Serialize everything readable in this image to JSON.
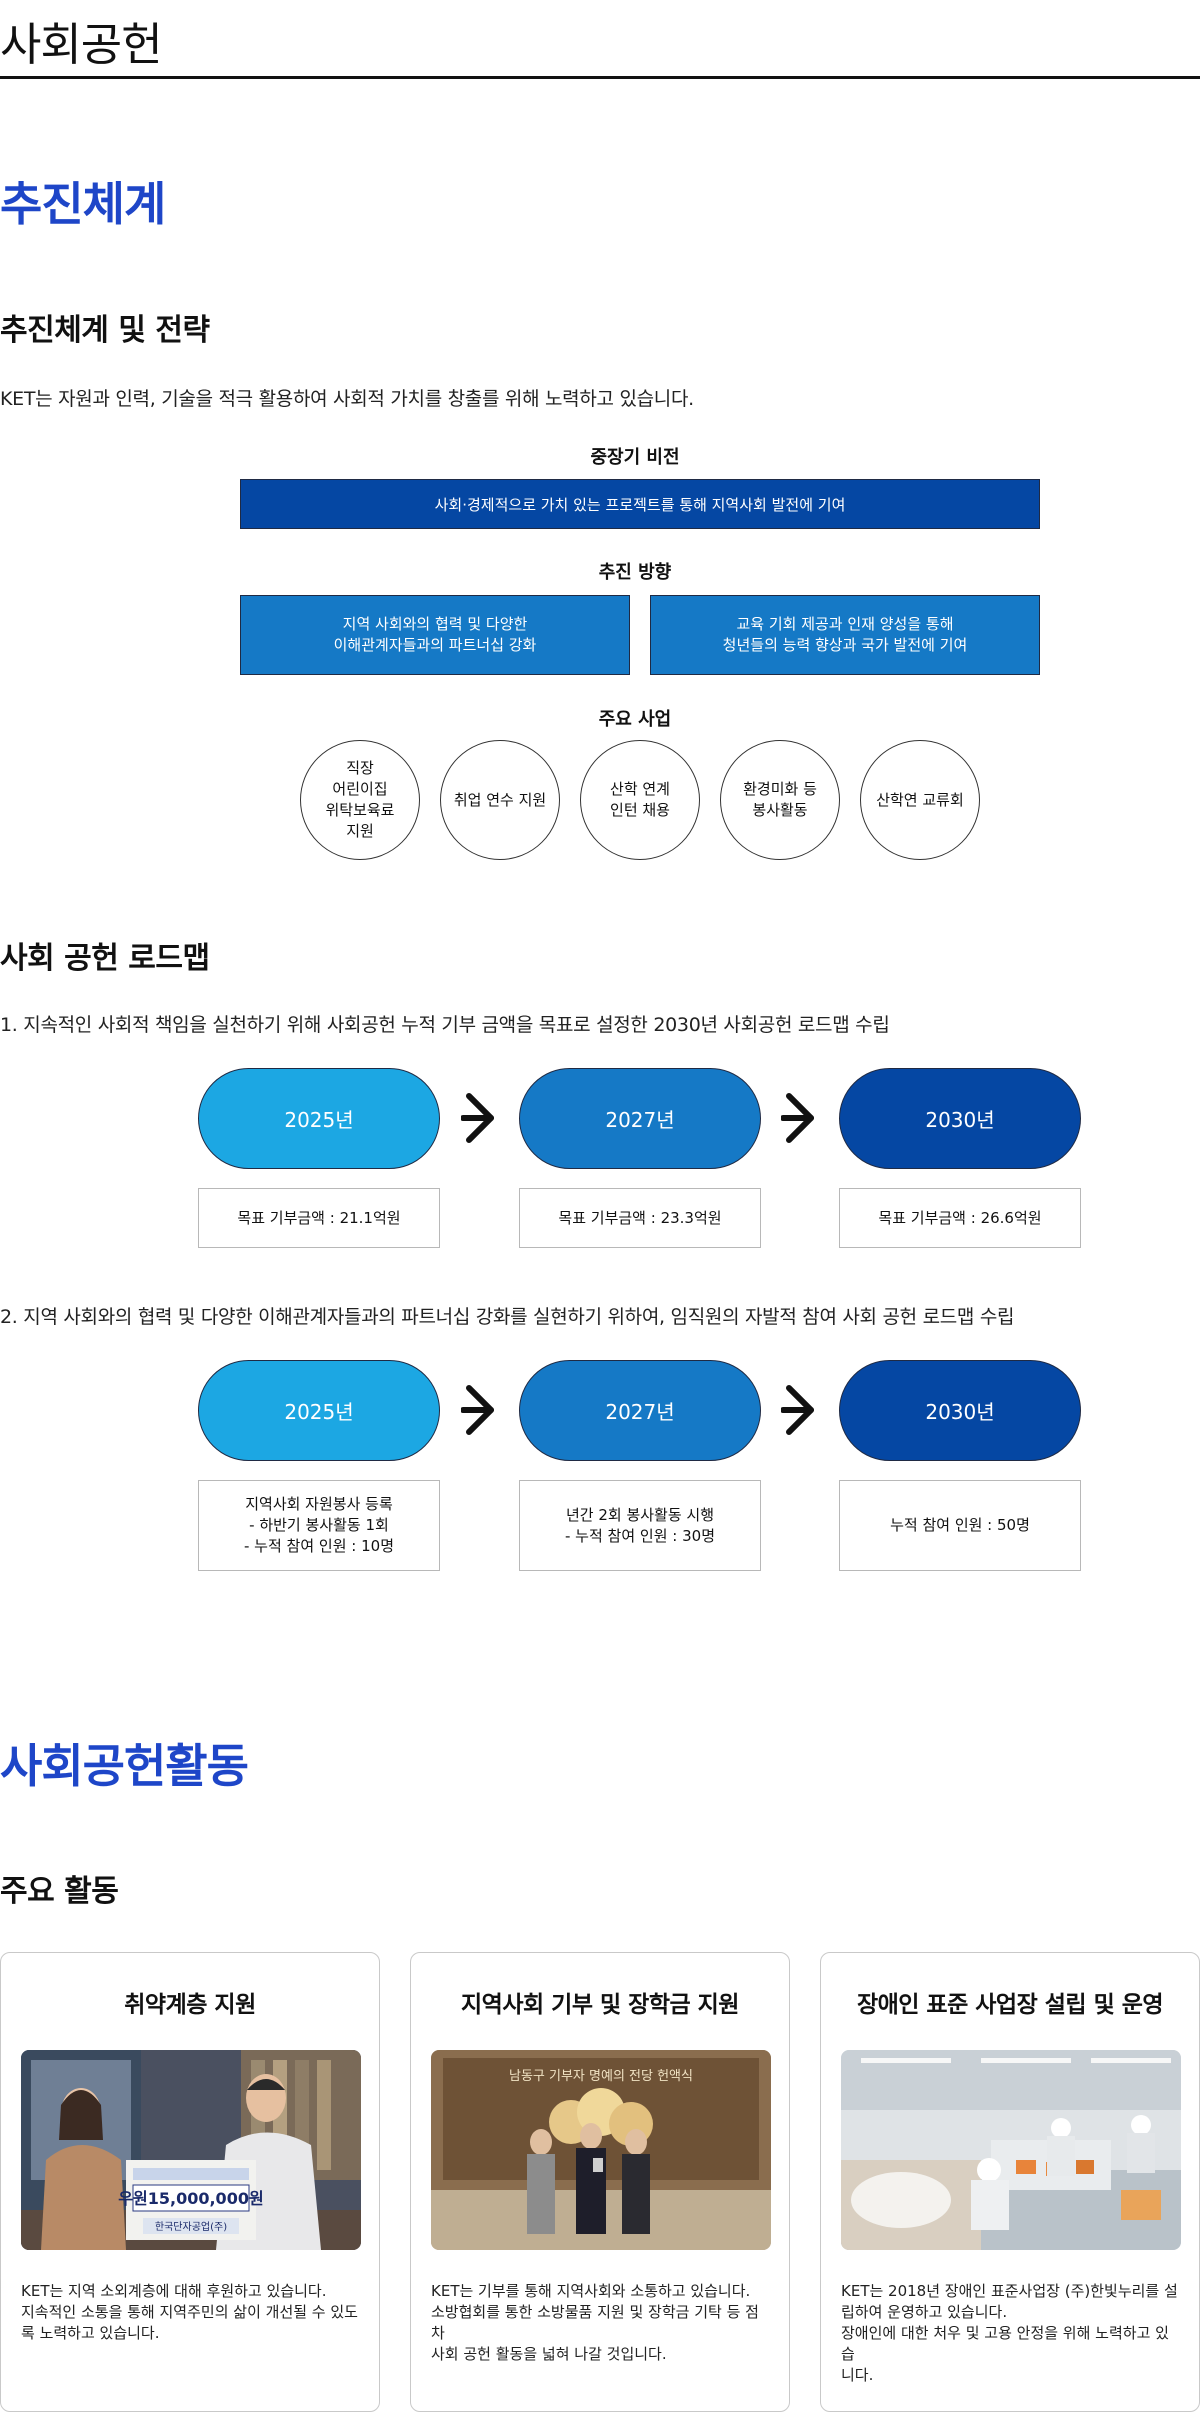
{
  "page_title": "사회공헌",
  "section1": {
    "heading": "추진체계",
    "sub_heading": "추진체계 및 전략",
    "intro": "KET는 자원과 인력, 기술을 적극 활용하여 사회적 가치를 창출를 위해 노력하고 있습니다.",
    "vision_label": "중장기 비전",
    "vision_text": "사회·경제적으로 가치 있는 프로젝트를 통해 지역사회 발전에 기여",
    "direction_label": "추진 방향",
    "directions": [
      {
        "line1": "지역 사회와의 협력 및 다양한",
        "line2": "이해관계자들과의 파트너십 강화"
      },
      {
        "line1": "교육 기회 제공과 인재 양성을 통해",
        "line2": "청년들의 능력 향상과 국가 발전에 기여"
      }
    ],
    "projects_label": "주요 사업",
    "projects": [
      {
        "lines": [
          "직장",
          "어린이집",
          "위탁보육료",
          "지원"
        ]
      },
      {
        "lines": [
          "취업 연수 지원"
        ]
      },
      {
        "lines": [
          "산학 연계",
          "인턴 채용"
        ]
      },
      {
        "lines": [
          "환경미화 등",
          "봉사활동"
        ]
      },
      {
        "lines": [
          "산학연 교류회"
        ]
      }
    ]
  },
  "roadmap": {
    "heading": "사회 공헌 로드맵",
    "item1_text": "1. 지속적인 사회적 책임을 실천하기 위해 사회공헌 누적 기부 금액을 목표로 설정한 2030년 사회공헌 로드맵 수립",
    "item1_steps": [
      {
        "year": "2025년",
        "goal": "목표 기부금액 : 21.1억원"
      },
      {
        "year": "2027년",
        "goal": "목표 기부금액 : 23.3억원"
      },
      {
        "year": "2030년",
        "goal": "목표 기부금액 : 26.6억원"
      }
    ],
    "item2_text": "2. 지역 사회와의 협력 및 다양한 이해관계자들과의 파트너십 강화를 실현하기 위하여, 임직원의 자발적 참여 사회 공헌 로드맵 수립",
    "item2_steps": [
      {
        "year": "2025년",
        "goal_lines": [
          "지역사회 자원봉사 등록",
          "- 하반기 봉사활동 1회",
          "- 누적 참여 인원 : 10명"
        ]
      },
      {
        "year": "2027년",
        "goal_lines": [
          "년간 2회 봉사활동 시행",
          "- 누적 참여 인원 : 30명"
        ]
      },
      {
        "year": "2030년",
        "goal_lines": [
          "누적 참여 인원 : 50명"
        ]
      }
    ]
  },
  "section2": {
    "heading": "사회공헌활동",
    "sub_heading": "주요 활동",
    "cards": [
      {
        "title": "취약계층 지원",
        "lines": [
          "KET는 지역 소외계층에 대해 후원하고 있습니다.",
          "지속적인 소통을 통해 지역주민의 삶이 개선될 수 있도",
          "록 노력하고 있습니다."
        ],
        "photo_banner": "우원15,000,000원",
        "photo_sign": "한국단자공업(주)"
      },
      {
        "title": "지역사회 기부 및 장학금 지원",
        "lines": [
          "KET는 기부를 통해 지역사회와 소통하고 있습니다.",
          "소방협회를 통한 소방물품 지원 및 장학금 기탁 등 점차",
          "사회 공헌 활동을 넓혀 나갈 것입니다."
        ],
        "photo_banner": "남동구 기부자 명예의 전당 헌액식"
      },
      {
        "title": "장애인 표준 사업장 설립 및 운영",
        "lines": [
          "KET는 2018년 장애인 표준사업장 (주)한빛누리를 설",
          "립하여 운영하고 있습니다.",
          "장애인에 대한 처우 및 고용 안정을 위해 노력하고 있습",
          "니다."
        ]
      }
    ]
  },
  "colors": {
    "accent_heading": "#1e46c8",
    "vision_blue": "#0547a3",
    "direction_blue": "#1579c6",
    "light_blue": "#1ca7e3"
  }
}
